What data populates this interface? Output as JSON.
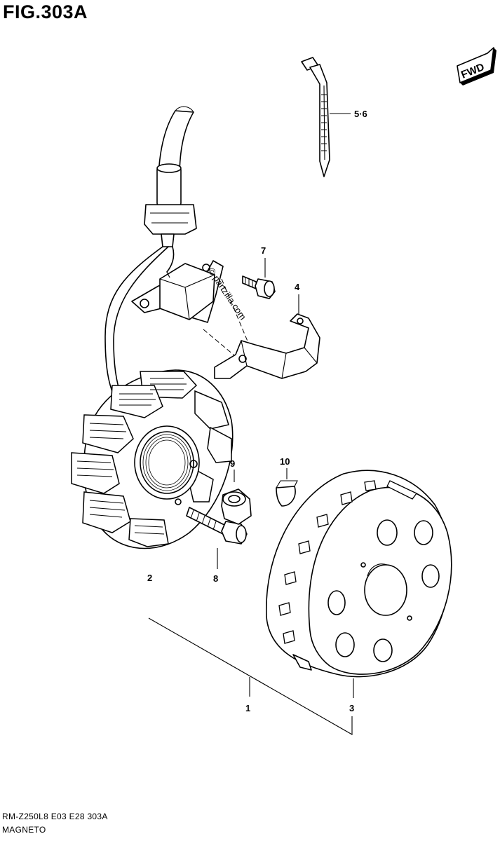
{
  "figure": {
    "title": "FIG.303A",
    "direction_badge": "FWD",
    "watermark": "© partzilla.com"
  },
  "callouts": [
    {
      "id": "c1",
      "label": "1"
    },
    {
      "id": "c2",
      "label": "2"
    },
    {
      "id": "c3",
      "label": "3"
    },
    {
      "id": "c4",
      "label": "4"
    },
    {
      "id": "c56",
      "label": "5·6"
    },
    {
      "id": "c7",
      "label": "7"
    },
    {
      "id": "c8",
      "label": "8"
    },
    {
      "id": "c9",
      "label": "9"
    },
    {
      "id": "c10",
      "label": "10"
    }
  ],
  "footer": {
    "code": "RM-Z250L8  E03  E28  303A",
    "name": "MAGNETO"
  }
}
